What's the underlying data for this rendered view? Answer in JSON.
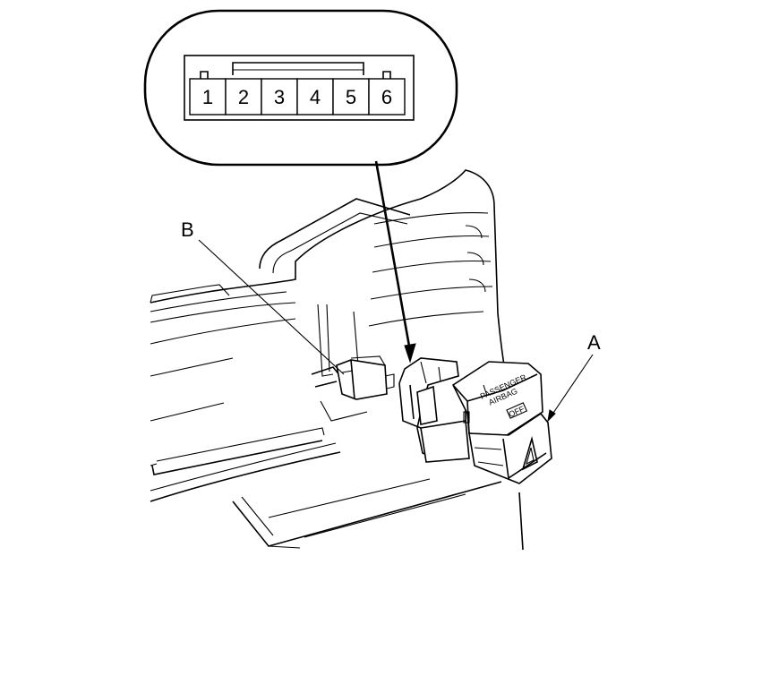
{
  "connector_pins": [
    "1",
    "2",
    "3",
    "4",
    "5",
    "6"
  ],
  "callouts": {
    "a": "A",
    "b": "B"
  },
  "switch_panel": {
    "line1": "PASSENGER",
    "line2": "AIRBAG",
    "line3": "OFF"
  },
  "colors": {
    "line": "#000000",
    "background": "#ffffff"
  }
}
